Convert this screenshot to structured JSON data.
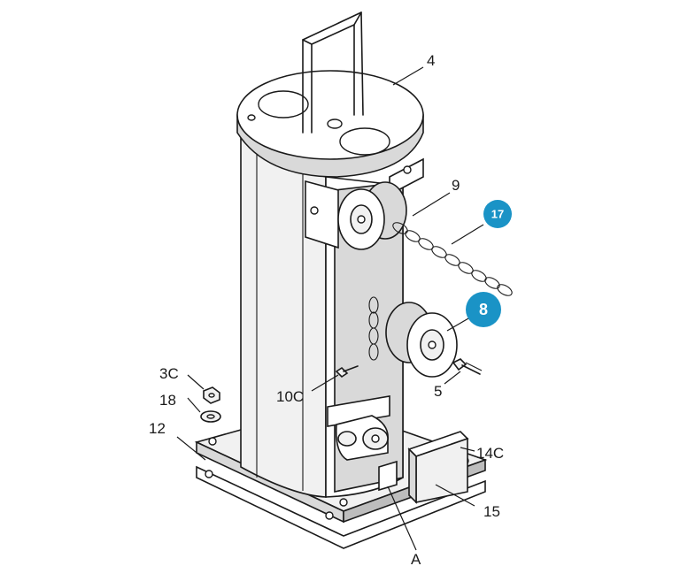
{
  "callouts": {
    "c4": "4",
    "c9": "9",
    "c3c": "3C",
    "c18": "18",
    "c12": "12",
    "c10c": "10C",
    "c5": "5",
    "c14c": "14C",
    "c15": "15",
    "cA": "A"
  },
  "badges": {
    "b17": "17",
    "b8": "8"
  },
  "colors": {
    "badge": "#1a93c6",
    "line": "#1a1a1a"
  }
}
